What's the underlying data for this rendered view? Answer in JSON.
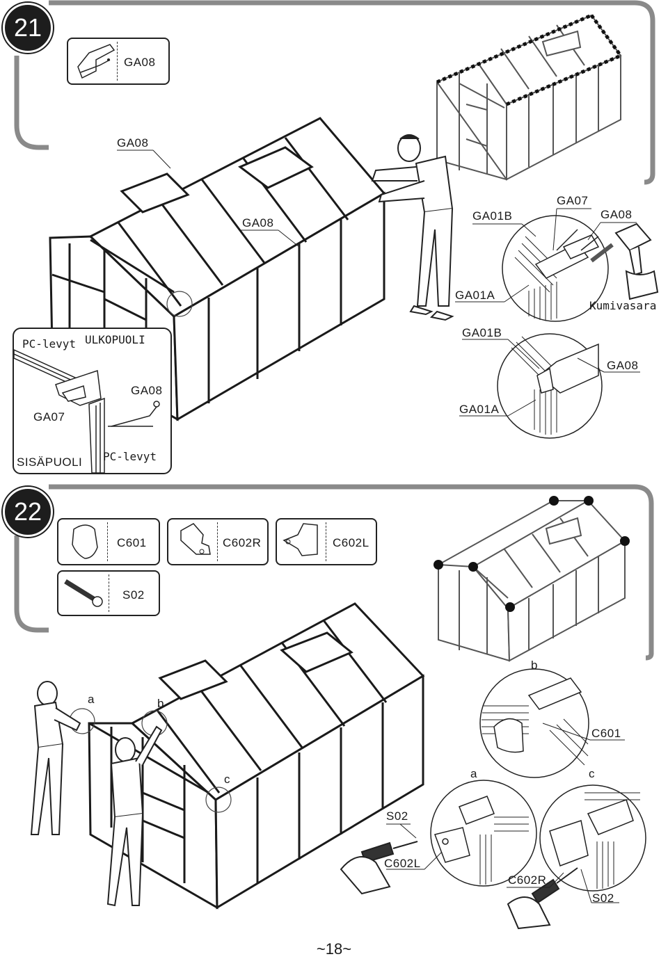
{
  "page": {
    "number": "~18~"
  },
  "step21": {
    "number": "21",
    "part": {
      "code": "GA08"
    },
    "labels": {
      "ga08_top": "GA08",
      "ga08_mid": "GA08",
      "ga01b_upper": "GA01B",
      "ga07_upper": "GA07",
      "ga08_upper": "GA08",
      "ga01a_upper": "GA01A",
      "kumivasara": "Kumivasara",
      "ga01b_lower": "GA01B",
      "ga08_lower": "GA08",
      "ga01a_lower": "GA01A"
    },
    "detail": {
      "pc_levyt_top": "PC-levyt",
      "ulkopuoli": "ULKOPUOLI",
      "ga08": "GA08",
      "ga07": "GA07",
      "sisapuoli": "SISÄPUOLI",
      "pc_levyt_bottom": "PC-levyt"
    }
  },
  "step22": {
    "number": "22",
    "parts": [
      {
        "code": "C601"
      },
      {
        "code": "C602R"
      },
      {
        "code": "C602L"
      },
      {
        "code": "S02"
      }
    ],
    "labels": {
      "a_main": "a",
      "b_main": "b",
      "c_main": "c",
      "b_detail": "b",
      "c601": "C601",
      "a_detail": "a",
      "c_detail": "c",
      "s02_left": "S02",
      "c602l": "C602L",
      "c602r": "C602R",
      "s02_right": "S02"
    }
  }
}
